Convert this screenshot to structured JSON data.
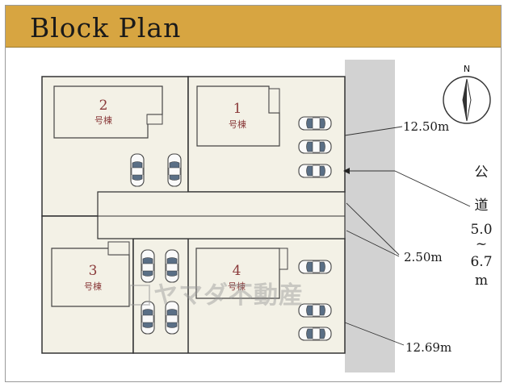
{
  "header": {
    "title": "Block Plan"
  },
  "lots": [
    {
      "number": "2",
      "sub": "号棟"
    },
    {
      "number": "1",
      "sub": "号棟"
    },
    {
      "number": "3",
      "sub": "号棟"
    },
    {
      "number": "4",
      "sub": "号棟"
    }
  ],
  "dimensions": {
    "north_frontage": "12.50m",
    "driveway_width": "2.50m",
    "south_frontage": "12.69m"
  },
  "road": {
    "line1": "公",
    "line2": "道",
    "line3": "5.0",
    "line4": "~",
    "line5": "6.7",
    "line6": "m"
  },
  "compass": {
    "north_label": "N"
  },
  "watermark": {
    "text": "ヤマダ不動産"
  },
  "colors": {
    "title_bar": "#d7a541",
    "lot_fill": "#f3f1e6",
    "road_fill": "#d2d2d2",
    "label": "#8a3a3a"
  }
}
